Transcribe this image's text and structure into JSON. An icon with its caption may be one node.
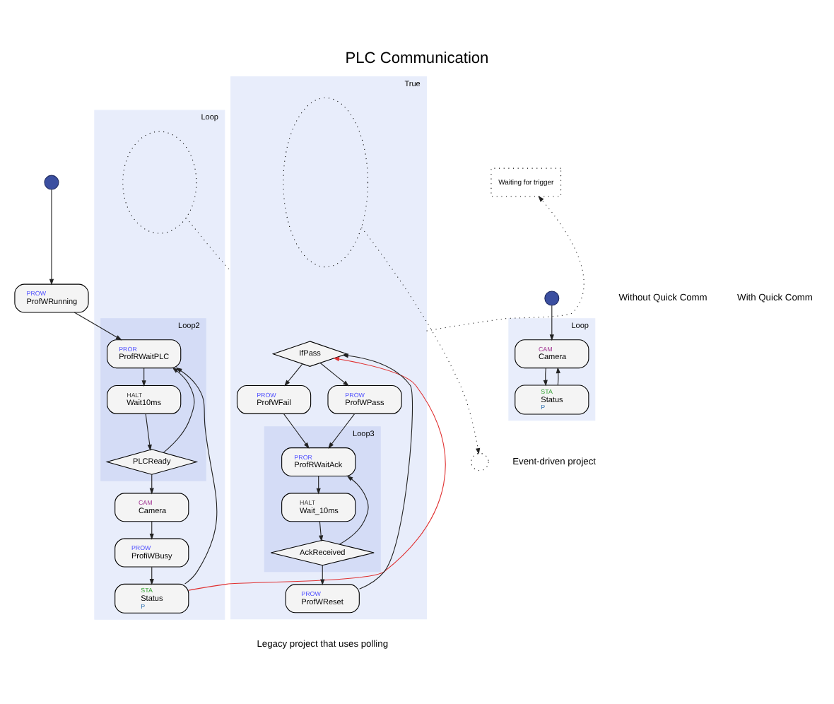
{
  "diagram": {
    "title": "PLC Communication",
    "nodes": [
      {
        "text": [],
        "shape": "circle"
      },
      {
        "text": [
          "PROW",
          "ProfWRunning"
        ]
      },
      {
        "text": [
          "Loop"
        ]
      },
      {
        "text": [
          "Loop2"
        ],
        "in": 2
      },
      {
        "text": [
          "PROR",
          "ProfRWaitPLC"
        ],
        "in": 3
      },
      {
        "text": [
          "HALT",
          "Wait10ms"
        ],
        "in": 3
      },
      {
        "text": [
          "PLCReady"
        ],
        "in": 3
      },
      {
        "text": [
          "CAM",
          "Camera"
        ],
        "in": 2
      },
      {
        "text": [
          "PROW",
          "ProfiWBusy"
        ],
        "in": 2
      },
      {
        "text": [
          "STA",
          "Status",
          "P"
        ],
        "in": 2
      },
      {
        "text": [
          "True"
        ]
      },
      {
        "text": [
          "IfPass"
        ],
        "in": 10
      },
      {
        "text": [
          "PROW",
          "ProfWFail"
        ],
        "in": 10
      },
      {
        "text": [
          "PROW",
          "ProfWPass"
        ],
        "in": 10
      },
      {
        "text": [
          "Loop3"
        ],
        "in": 10
      },
      {
        "text": [
          "PROR",
          "ProfRWaitAck"
        ],
        "in": 14
      },
      {
        "text": [
          "HALT",
          "Wait_10ms"
        ],
        "in": 14
      },
      {
        "text": [
          "AckReceived"
        ],
        "in": 14
      },
      {
        "text": [
          "PROW",
          "ProfWReset"
        ],
        "in": 10
      },
      {
        "text": [],
        "shape": "circle"
      },
      {
        "text": [
          "Loop"
        ]
      },
      {
        "text": [
          "CAM",
          "Camera"
        ],
        "in": 20
      },
      {
        "text": [
          "STA",
          "Status",
          "P"
        ],
        "in": 20
      },
      {
        "text": [
          "Waiting for trigger"
        ]
      },
      {
        "text": [],
        "shape": "circle",
        "in": 2
      },
      {
        "text": [],
        "shape": "circle",
        "in": 10
      },
      {
        "text": [],
        "shape": "circle"
      }
    ],
    "edges": [
      {
        "from": 0,
        "to": 1,
        "arrow": "to"
      },
      {
        "from": 1,
        "to": 4,
        "arrow": "to"
      },
      {
        "from": 4,
        "to": 5,
        "arrow": "to"
      },
      {
        "from": 5,
        "to": 6,
        "arrow": "to"
      },
      {
        "from": 6,
        "to": 4,
        "arrow": "to"
      },
      {
        "from": 6,
        "to": 7,
        "arrow": "to"
      },
      {
        "from": 7,
        "to": 8,
        "arrow": "to"
      },
      {
        "from": 8,
        "to": 9,
        "arrow": "to"
      },
      {
        "from": 9,
        "to": 4,
        "arrow": "to"
      },
      {
        "from": 9,
        "to": 11,
        "arrow": "to",
        "color": "#e03030"
      },
      {
        "from": 11,
        "to": 12,
        "arrow": "to"
      },
      {
        "from": 11,
        "to": 13,
        "arrow": "to"
      },
      {
        "from": 12,
        "to": 15,
        "arrow": "to"
      },
      {
        "from": 13,
        "to": 15,
        "arrow": "to"
      },
      {
        "from": 15,
        "to": 16,
        "arrow": "to"
      },
      {
        "from": 16,
        "to": 17,
        "arrow": "to"
      },
      {
        "from": 17,
        "to": 15,
        "arrow": "to"
      },
      {
        "from": 17,
        "to": 18,
        "arrow": "to"
      },
      {
        "from": 18,
        "to": 11,
        "arrow": "to"
      },
      {
        "from": 19,
        "to": 21,
        "arrow": "to"
      },
      {
        "from": 21,
        "to": 22,
        "arrow": "to"
      },
      {
        "from": 22,
        "to": 21,
        "arrow": "to"
      },
      {
        "from": 24,
        "to": 10,
        "arrow": "none",
        "style": "dashed"
      },
      {
        "from": 10,
        "to": 23,
        "arrow": "to",
        "style": "dashed"
      },
      {
        "from": 25,
        "to": 26,
        "arrow": "to",
        "style": "dashed"
      }
    ],
    "labels": [
      "Without Quick Comm",
      "With Quick Comm",
      "Event-driven project",
      "Legacy project that uses polling"
    ]
  }
}
